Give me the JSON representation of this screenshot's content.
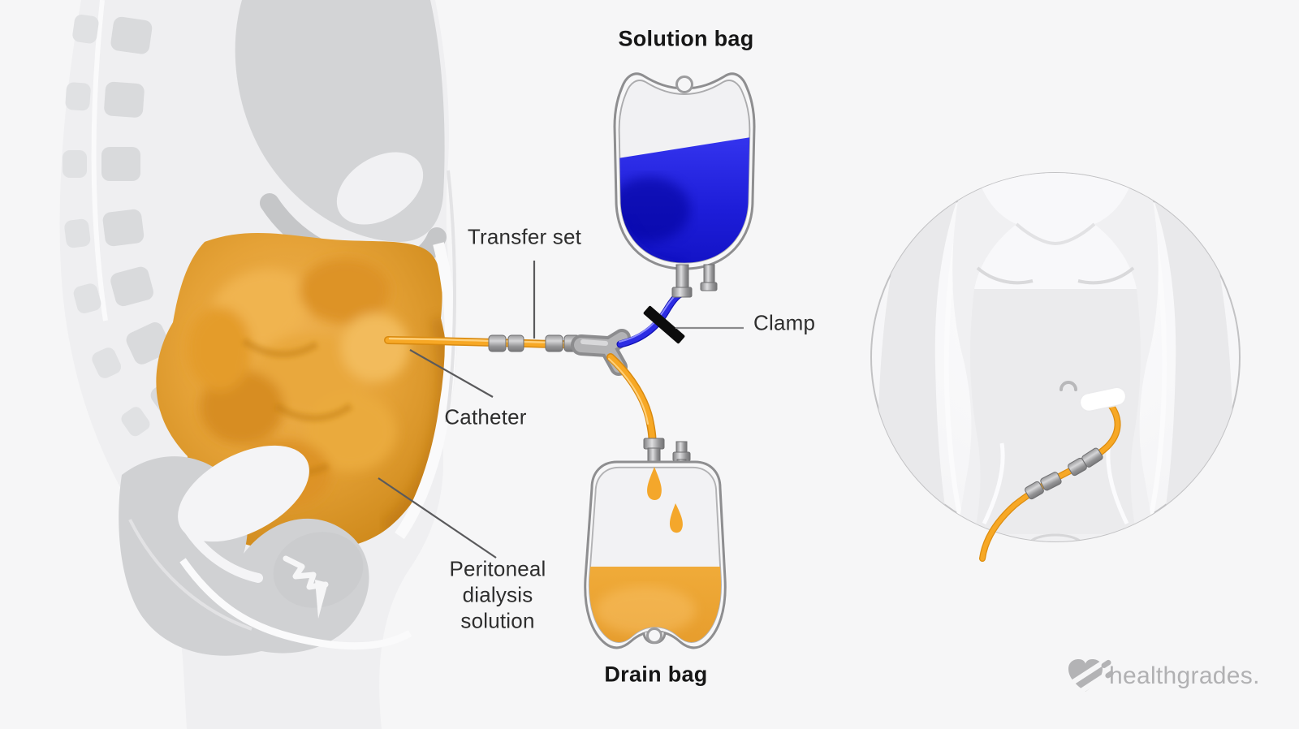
{
  "figure": {
    "description": "Peritoneal dialysis illustration: abdomen cross-section with dialysis solution, solution bag, drain bag, transfer set, clamp, catheter, and torso inset showing catheter exit site",
    "labels": {
      "solution_bag": "Solution bag",
      "transfer_set": "Transfer set",
      "clamp": "Clamp",
      "catheter": "Catheter",
      "peritoneal_solution": "Peritoneal dialysis solution",
      "drain_bag": "Drain bag"
    },
    "branding": {
      "logo_text": "healthgrades.",
      "logo_icon": "healthgrades-heart-icon"
    },
    "colors": {
      "background": "#f6f6f7",
      "solution_blue": "#1d1dd8",
      "dialysate_orange": "#e2a133",
      "tube_orange": "#f7a825",
      "connector_gray": "#9a9a9c",
      "clamp_black": "#0c0c0c",
      "body_gray": "#e9e9eb",
      "label_text": "#2e2e2e",
      "logo_gray": "#b1b1b3"
    }
  }
}
